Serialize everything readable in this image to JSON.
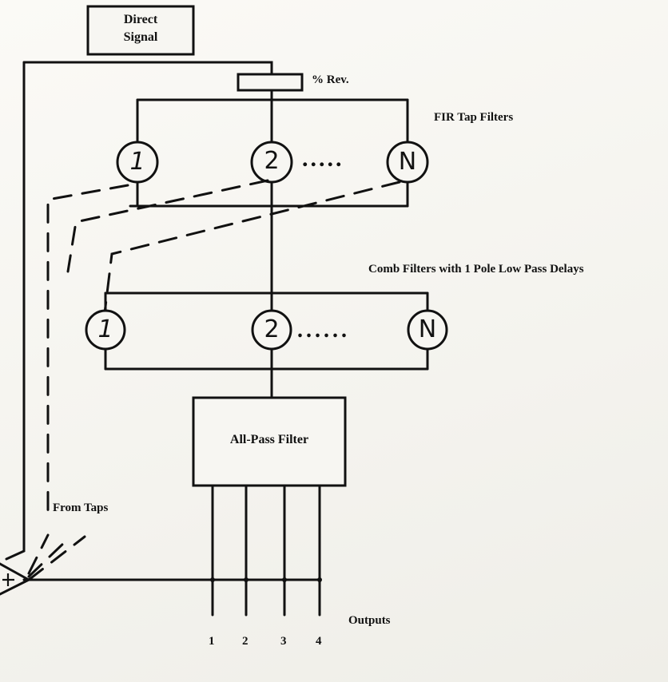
{
  "direct_signal": {
    "line1": "Direct",
    "line2": "Signal"
  },
  "reverb_control": {
    "label": "% Rev."
  },
  "fir_filters": {
    "title": "FIR Tap Filters",
    "nodes": [
      "1",
      "2",
      "N"
    ],
    "ellipsis": "....."
  },
  "comb_filters": {
    "title": "Comb Filters with 1 Pole Low Pass Delays",
    "nodes": [
      "1",
      "2",
      "N"
    ],
    "ellipsis": "......"
  },
  "allpass": {
    "label": "All-Pass Filter"
  },
  "taps": {
    "label": "From Taps"
  },
  "outputs": {
    "title": "Outputs",
    "channels": [
      "1",
      "2",
      "3",
      "4"
    ]
  }
}
